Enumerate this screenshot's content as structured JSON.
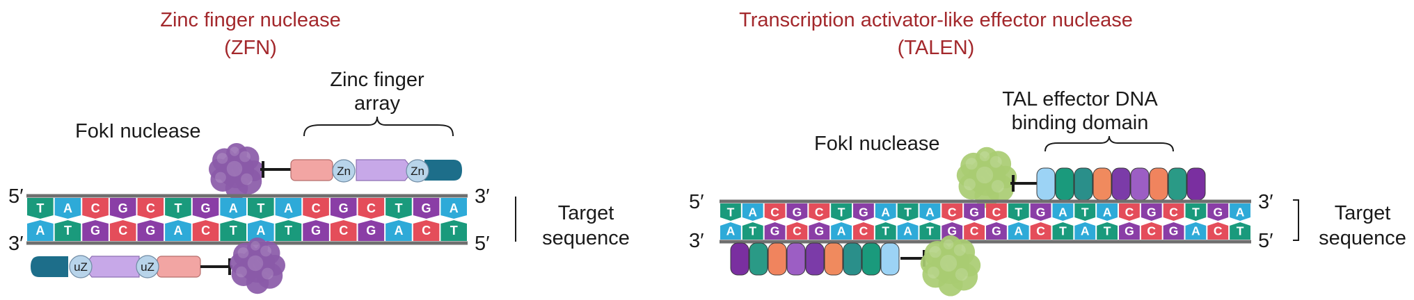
{
  "colors": {
    "title": "#a3282c",
    "text": "#1a1a1a",
    "backbone": "#6f6f6f",
    "base_A": "#2eaad8",
    "base_T": "#1a9a7c",
    "base_G": "#8a3ea6",
    "base_C": "#e44d5a",
    "fokI_zfn": "#8a5aa8",
    "fokI_talen": "#a9cc72",
    "zf_pink": "#f2a5a3",
    "zf_lilac": "#c7a8e8",
    "zf_teal": "#1d6e8a",
    "zn_bubble": "#b8d4ea",
    "tal_repeats": [
      "#9cd3f5",
      "#1a9a7c",
      "#2a8f8a",
      "#f08a5e",
      "#7b3ba8",
      "#9c5ec4",
      "#f0845e",
      "#2a9a86",
      "#7a2fa0"
    ]
  },
  "zfn": {
    "title_line1": "Zinc finger nuclease",
    "title_line2": "(ZFN)",
    "array_label_line1": "Zinc finger",
    "array_label_line2": "array",
    "nuclease_label": "FokI nuclease",
    "top_zn_labels": [
      "Zn",
      "Zn"
    ],
    "bottom_zn_labels": [
      "uZ",
      "uZ"
    ],
    "five_prime_top": "5′",
    "three_prime_top": "3′",
    "three_prime_bottom": "3′",
    "five_prime_bottom": "5′",
    "target_line1": "Target",
    "target_line2": "sequence",
    "top_strand": [
      "T",
      "A",
      "C",
      "G",
      "C",
      "T",
      "G",
      "A",
      "T",
      "A",
      "C",
      "G",
      "C",
      "T",
      "G",
      "A"
    ],
    "bottom_strand": [
      "A",
      "T",
      "G",
      "C",
      "G",
      "A",
      "C",
      "T",
      "A",
      "T",
      "G",
      "C",
      "G",
      "A",
      "C",
      "T"
    ]
  },
  "talen": {
    "title_line1": "Transcription activator-like effector nuclease",
    "title_line2": "(TALEN)",
    "domain_label_line1": "TAL effector DNA",
    "domain_label_line2": "binding domain",
    "nuclease_label": "FokI nuclease",
    "five_prime_top": "5′",
    "three_prime_top": "3′",
    "three_prime_bottom": "3′",
    "five_prime_bottom": "5′",
    "target_line1": "Target",
    "target_line2": "sequence",
    "top_strand": [
      "T",
      "A",
      "C",
      "G",
      "C",
      "T",
      "G",
      "A",
      "T",
      "A",
      "C",
      "G",
      "C",
      "T",
      "G",
      "A",
      "T",
      "A",
      "C",
      "G",
      "C",
      "T",
      "G",
      "A"
    ],
    "bottom_strand": [
      "A",
      "T",
      "G",
      "C",
      "G",
      "A",
      "C",
      "T",
      "A",
      "T",
      "G",
      "C",
      "G",
      "A",
      "C",
      "T",
      "A",
      "T",
      "G",
      "C",
      "G",
      "A",
      "C",
      "T"
    ]
  }
}
